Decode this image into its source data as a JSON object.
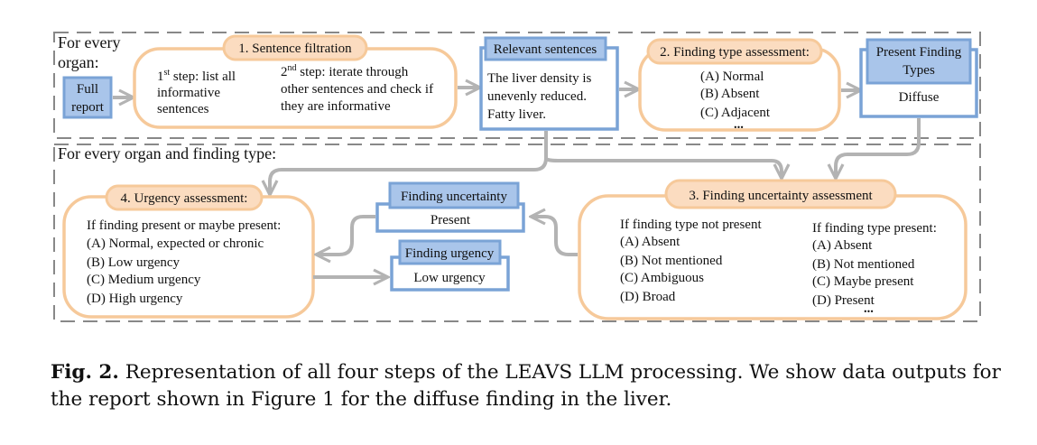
{
  "frames": {
    "top_label": [
      "For every",
      "organ:"
    ],
    "bottom_label": "For every organ and finding type:"
  },
  "full_report": [
    "Full",
    "report"
  ],
  "sentence_filtration": {
    "title": "1. Sentence filtration",
    "step1_ord": "1",
    "step1_sup": "st",
    "step1_rest": " step: list all",
    "step1_lines": [
      "informative",
      "sentences"
    ],
    "step2_ord": "2",
    "step2_sup": "nd",
    "step2_rest": " step: iterate through",
    "step2_lines": [
      "other sentences and check if",
      "they are informative"
    ]
  },
  "relevant_sentences": {
    "title": "Relevant sentences",
    "lines": [
      "The liver density is",
      "unevenly reduced.",
      "Fatty liver."
    ]
  },
  "finding_type_assessment": {
    "title": "2. Finding type assessment:",
    "options": [
      "(A) Normal",
      "(B) Absent",
      "(C) Adjacent"
    ],
    "ellipsis": "..."
  },
  "present_finding_types": {
    "title": [
      "Present Finding",
      "Types"
    ],
    "value": "Diffuse"
  },
  "urgency_assessment": {
    "title": "4. Urgency assessment:",
    "intro": "If finding present or maybe present:",
    "options": [
      "(A) Normal, expected or chronic",
      "(B) Low urgency",
      "(C) Medium urgency",
      "(D) High urgency"
    ]
  },
  "finding_uncertainty": {
    "title": "Finding uncertainty",
    "value": "Present"
  },
  "finding_urgency": {
    "title": "Finding urgency",
    "value": "Low urgency"
  },
  "finding_uncertainty_assessment": {
    "title": "3. Finding uncertainty assessment",
    "not_present_intro": "If finding type not present",
    "not_present_options": [
      "(A) Absent",
      "(B) Not mentioned",
      "(C) Ambiguous",
      "(D) Broad"
    ],
    "present_intro": "If finding type present:",
    "present_options": [
      "(A) Absent",
      "(B) Not mentioned",
      "(C) Maybe present",
      "(D) Present"
    ],
    "ellipsis": "..."
  },
  "caption": {
    "label": "Fig. 2.",
    "text": " Representation of all four steps of the LEAVS LLM processing. We show data outputs for the report shown in Figure 1 for the diffuse finding in the liver."
  }
}
